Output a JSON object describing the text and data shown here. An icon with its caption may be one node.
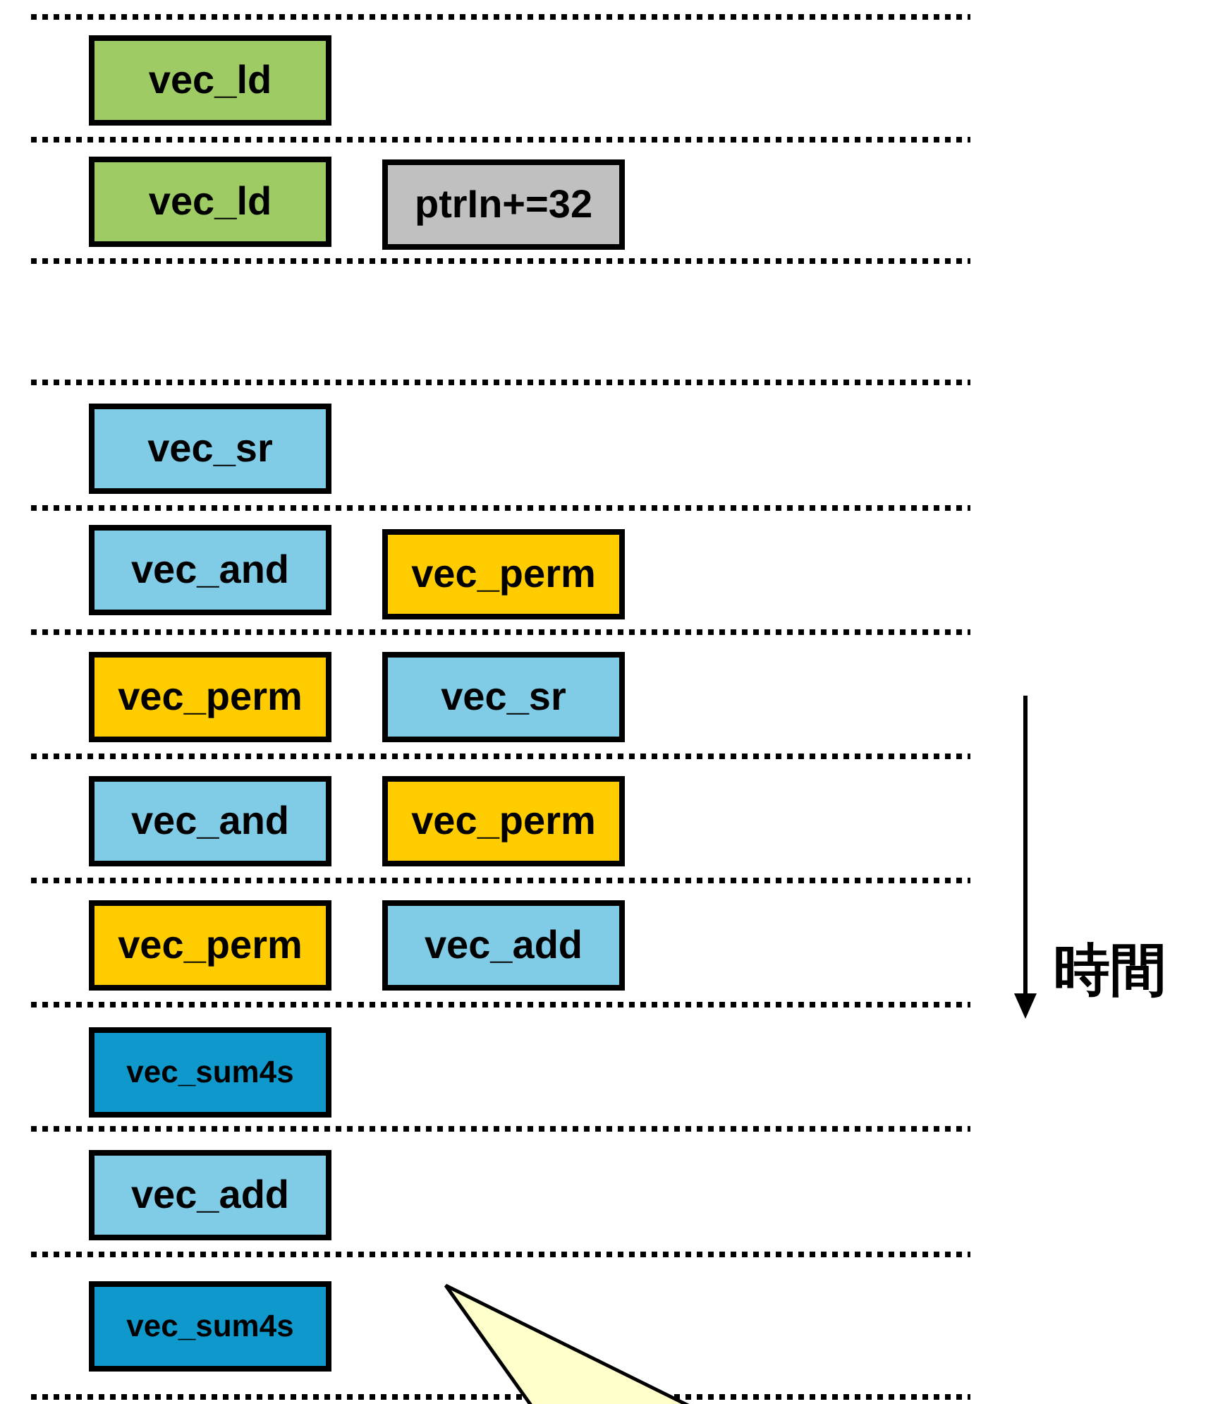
{
  "diagram": {
    "nodes": [
      {
        "text": [
          "vec_ld"
        ]
      },
      {
        "text": [
          "vec_ld"
        ]
      },
      {
        "text": [
          "ptrIn+=32"
        ]
      },
      {
        "text": [
          "vec_sr"
        ]
      },
      {
        "text": [
          "vec_and"
        ]
      },
      {
        "text": [
          "vec_perm"
        ]
      },
      {
        "text": [
          "vec_perm"
        ]
      },
      {
        "text": [
          "vec_sr"
        ]
      },
      {
        "text": [
          "vec_and"
        ]
      },
      {
        "text": [
          "vec_perm"
        ]
      },
      {
        "text": [
          "vec_perm"
        ]
      },
      {
        "text": [
          "vec_add"
        ]
      },
      {
        "text": [
          "vec_sum4s"
        ]
      },
      {
        "text": [
          "vec_add"
        ]
      },
      {
        "text": [
          "vec_sum4s"
        ]
      },
      {
        "text": [],
        "shape": "triangle"
      }
    ],
    "labels": [
      "時間"
    ]
  }
}
